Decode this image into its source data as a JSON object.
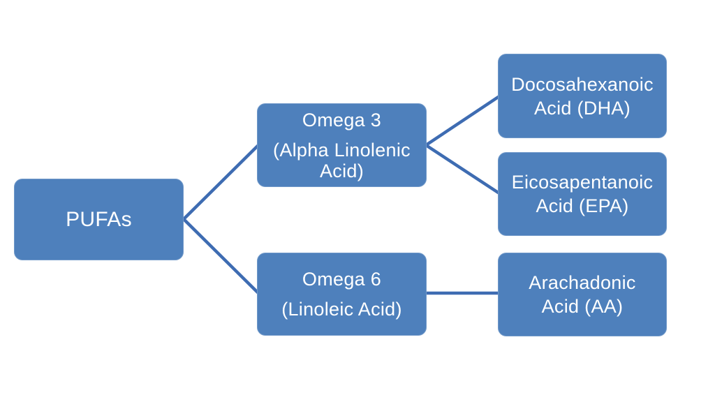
{
  "colors": {
    "background": "#ffffff",
    "box-fill": "#4e80bc",
    "connector": "#3e6cb2",
    "text": "#ffffff"
  },
  "nodes": {
    "pufas": {
      "label": "PUFAs"
    },
    "omega3": {
      "title": "Omega 3",
      "subtitle": "(Alpha Linolenic Acid)"
    },
    "omega6": {
      "title": "Omega 6",
      "subtitle": "(Linoleic Acid)"
    },
    "dha": {
      "lines": [
        "Docosahexanoic",
        "Acid (DHA)"
      ]
    },
    "epa": {
      "lines": [
        "Eicosapentanoic",
        "Acid (EPA)"
      ]
    },
    "aa": {
      "lines": [
        "Arachadonic",
        "Acid (AA)"
      ]
    }
  }
}
